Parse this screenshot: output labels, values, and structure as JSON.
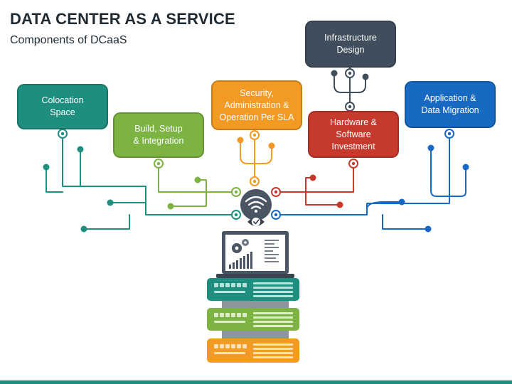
{
  "header": {
    "title": "DATA CENTER AS A SERVICE",
    "subtitle": "Components of DCaaS"
  },
  "colors": {
    "teal": "#1e8f7e",
    "green": "#7cb342",
    "orange": "#f29a24",
    "slate": "#3f4d5c",
    "red": "#c63a2e",
    "blue": "#1769c2"
  },
  "components": [
    {
      "id": "colocation",
      "label": "Colocation\nSpace",
      "color": "teal"
    },
    {
      "id": "build",
      "label": "Build, Setup\n& Integration",
      "color": "green"
    },
    {
      "id": "security",
      "label": "Security,\nAdministration &\nOperation Per SLA",
      "color": "orange"
    },
    {
      "id": "infrastructure",
      "label": "Infrastructure\nDesign",
      "color": "slate"
    },
    {
      "id": "hardware",
      "label": "Hardware &\nSoftware\nInvestment",
      "color": "red"
    },
    {
      "id": "application",
      "label": "Application &\nData Migration",
      "color": "blue"
    }
  ],
  "icons": {
    "hub": "wifi-signal-icon",
    "check": "check-badge-icon",
    "monitor": "laptop-dashboard-icon",
    "servers": "server-rack-icon"
  }
}
